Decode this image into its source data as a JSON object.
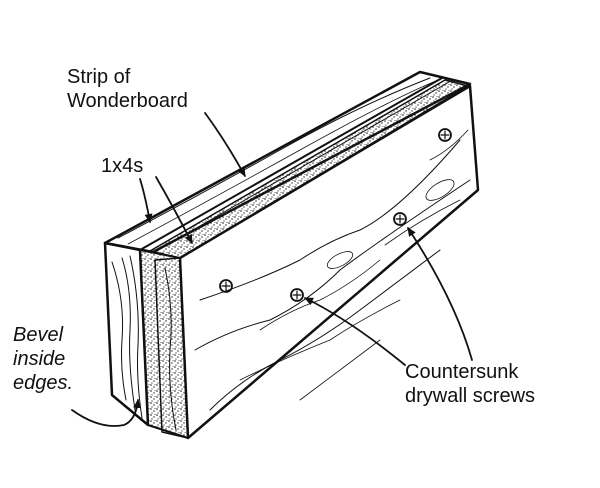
{
  "labels": {
    "strip_line1": "Strip of",
    "strip_line2": "Wonderboard",
    "one_by_four": "1x4s",
    "bevel_line1": "Bevel",
    "bevel_line2": "inside",
    "bevel_line3": "edges.",
    "screws_line1": "Countersunk",
    "screws_line2": "drywall screws"
  },
  "colors": {
    "ink": "#111111",
    "paper": "#ffffff"
  }
}
